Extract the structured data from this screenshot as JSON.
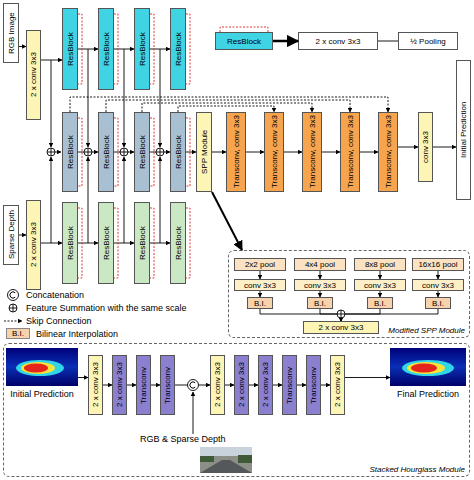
{
  "diagram": {
    "nodes": [
      {
        "text": [
          "RGB Image"
        ]
      },
      {
        "text": [
          "2 x conv 3x3"
        ]
      },
      {
        "text": [
          "ResBlock"
        ]
      },
      {
        "text": [
          "ResBlock"
        ]
      },
      {
        "text": [
          "ResBlock"
        ]
      },
      {
        "text": [
          "ResBlock"
        ]
      },
      {
        "text": [
          "ResBlock"
        ]
      },
      {
        "text": [
          "2 x conv 3x3"
        ]
      },
      {
        "text": [
          "½ Pooling"
        ]
      },
      {
        "text": [
          "ResBlock"
        ]
      },
      {
        "text": [
          "ResBlock"
        ]
      },
      {
        "text": [
          "ResBlock"
        ]
      },
      {
        "text": [
          "ResBlock"
        ]
      },
      {
        "text": [
          "SPP Module"
        ]
      },
      {
        "text": [
          "Transconv, conv 3x3"
        ]
      },
      {
        "text": [
          "Transconv, conv 3x3"
        ]
      },
      {
        "text": [
          "Transconv, conv 3x3"
        ]
      },
      {
        "text": [
          "Transconv, conv 3x3"
        ]
      },
      {
        "text": [
          "Transconv, conv 3x3"
        ]
      },
      {
        "text": [
          "conv 3x3"
        ]
      },
      {
        "text": [
          "Initial Prediction"
        ]
      },
      {
        "text": [
          "Sparse Depth"
        ]
      },
      {
        "text": [
          "2 x conv 3x3"
        ]
      },
      {
        "text": [
          "ResBlock"
        ]
      },
      {
        "text": [
          "ResBlock"
        ]
      },
      {
        "text": [
          "ResBlock"
        ]
      },
      {
        "text": [
          "ResBlock"
        ]
      },
      {
        "text": [
          "Modified SPP Module"
        ]
      },
      {
        "text": [
          "2x2 pool"
        ],
        "in": 27
      },
      {
        "text": [
          "4x4 pool"
        ],
        "in": 27
      },
      {
        "text": [
          "8x8 pool"
        ],
        "in": 27
      },
      {
        "text": [
          "16x16 pool"
        ],
        "in": 27
      },
      {
        "text": [
          "conv 3x3"
        ],
        "in": 27
      },
      {
        "text": [
          "conv 3x3"
        ],
        "in": 27
      },
      {
        "text": [
          "conv 3x3"
        ],
        "in": 27
      },
      {
        "text": [
          "conv 3x3"
        ],
        "in": 27
      },
      {
        "text": [
          "B.I."
        ],
        "in": 27
      },
      {
        "text": [
          "B.I."
        ],
        "in": 27
      },
      {
        "text": [
          "B.I."
        ],
        "in": 27
      },
      {
        "text": [
          "B.I."
        ],
        "in": 27
      },
      {
        "text": [
          "2 x conv 3x3"
        ],
        "in": 27
      },
      {
        "text": [
          "Stacked Hourglass Module"
        ]
      },
      {
        "text": [
          "Initial Prediction"
        ],
        "in": 41
      },
      {
        "text": [
          "2 x conv 3x3"
        ],
        "in": 41
      },
      {
        "text": [
          "2 x conv 3x3"
        ],
        "in": 41
      },
      {
        "text": [
          "Transconv"
        ],
        "in": 41
      },
      {
        "text": [
          "Transconv"
        ],
        "in": 41
      },
      {
        "text": [
          "2 x conv 3x3"
        ],
        "in": 41
      },
      {
        "text": [
          "2 x conv 3x3"
        ],
        "in": 41
      },
      {
        "text": [
          "2 x conv 3x3"
        ],
        "in": 41
      },
      {
        "text": [
          "Transconv"
        ],
        "in": 41
      },
      {
        "text": [
          "Transconv"
        ],
        "in": 41
      },
      {
        "text": [
          "2 x conv 3x3"
        ],
        "in": 41
      },
      {
        "text": [
          "Final Prediction"
        ],
        "in": 41
      },
      {
        "text": [
          "RGB & Sparse Depth"
        ],
        "in": 41
      }
    ],
    "edges": [
      {
        "from": 0,
        "to": 1,
        "arrow": "to"
      },
      {
        "from": 1,
        "to": 2,
        "arrow": "to"
      },
      {
        "from": 2,
        "to": 3,
        "arrow": "to"
      },
      {
        "from": 3,
        "to": 4,
        "arrow": "to"
      },
      {
        "from": 4,
        "to": 5,
        "arrow": "to"
      },
      {
        "from": 21,
        "to": 22,
        "arrow": "to"
      },
      {
        "from": 22,
        "to": 23,
        "arrow": "to"
      },
      {
        "from": 23,
        "to": 24,
        "arrow": "to"
      },
      {
        "from": 24,
        "to": 25,
        "arrow": "to"
      },
      {
        "from": 25,
        "to": 26,
        "arrow": "to"
      },
      {
        "from": 9,
        "to": 10,
        "arrow": "to"
      },
      {
        "from": 10,
        "to": 11,
        "arrow": "to"
      },
      {
        "from": 11,
        "to": 12,
        "arrow": "to"
      },
      {
        "from": 12,
        "to": 13,
        "arrow": "to"
      },
      {
        "from": 13,
        "to": 14,
        "arrow": "to"
      },
      {
        "from": 14,
        "to": 15,
        "arrow": "to"
      },
      {
        "from": 15,
        "to": 16,
        "arrow": "to"
      },
      {
        "from": 16,
        "to": 17,
        "arrow": "to"
      },
      {
        "from": 17,
        "to": 18,
        "arrow": "to"
      },
      {
        "from": 18,
        "to": 19,
        "arrow": "to"
      },
      {
        "from": 19,
        "to": 20,
        "arrow": "to"
      },
      {
        "from": 6,
        "to": 7,
        "arrow": "to"
      },
      {
        "from": 7,
        "to": 8,
        "arrow": "none"
      },
      {
        "from": 28,
        "to": 32,
        "arrow": "to"
      },
      {
        "from": 29,
        "to": 33,
        "arrow": "to"
      },
      {
        "from": 30,
        "to": 34,
        "arrow": "to"
      },
      {
        "from": 31,
        "to": 35,
        "arrow": "to"
      },
      {
        "from": 32,
        "to": 36,
        "arrow": "to"
      },
      {
        "from": 33,
        "to": 37,
        "arrow": "to"
      },
      {
        "from": 34,
        "to": 38,
        "arrow": "to"
      },
      {
        "from": 35,
        "to": 39,
        "arrow": "to"
      },
      {
        "from": 36,
        "to": 40,
        "arrow": "to"
      },
      {
        "from": 37,
        "to": 40,
        "arrow": "to"
      },
      {
        "from": 38,
        "to": 40,
        "arrow": "to"
      },
      {
        "from": 39,
        "to": 40,
        "arrow": "to"
      },
      {
        "from": 42,
        "to": 43,
        "arrow": "to"
      },
      {
        "from": 43,
        "to": 44,
        "arrow": "to"
      },
      {
        "from": 44,
        "to": 45,
        "arrow": "to"
      },
      {
        "from": 45,
        "to": 46,
        "arrow": "to"
      },
      {
        "from": 46,
        "to": 47,
        "arrow": "to"
      },
      {
        "from": 47,
        "to": 48,
        "arrow": "to"
      },
      {
        "from": 48,
        "to": 49,
        "arrow": "to"
      },
      {
        "from": 49,
        "to": 50,
        "arrow": "to"
      },
      {
        "from": 50,
        "to": 51,
        "arrow": "to"
      },
      {
        "from": 51,
        "to": 52,
        "arrow": "to"
      },
      {
        "from": 52,
        "to": 53,
        "arrow": "to"
      },
      {
        "from": 9,
        "to": 18,
        "arrow": "to"
      },
      {
        "from": 10,
        "to": 17,
        "arrow": "to"
      },
      {
        "from": 11,
        "to": 16,
        "arrow": "to"
      },
      {
        "from": 12,
        "to": 15,
        "arrow": "to"
      },
      {
        "from": 13,
        "to": 27,
        "arrow": "to"
      }
    ],
    "labels": [
      "B.I."
    ],
    "legend": [
      {
        "text": "Concatenation"
      },
      {
        "text": "Feature Summation with the same scale"
      },
      {
        "text": "Skip Connection"
      },
      {
        "text": "Bilinear Interpolation"
      }
    ]
  }
}
